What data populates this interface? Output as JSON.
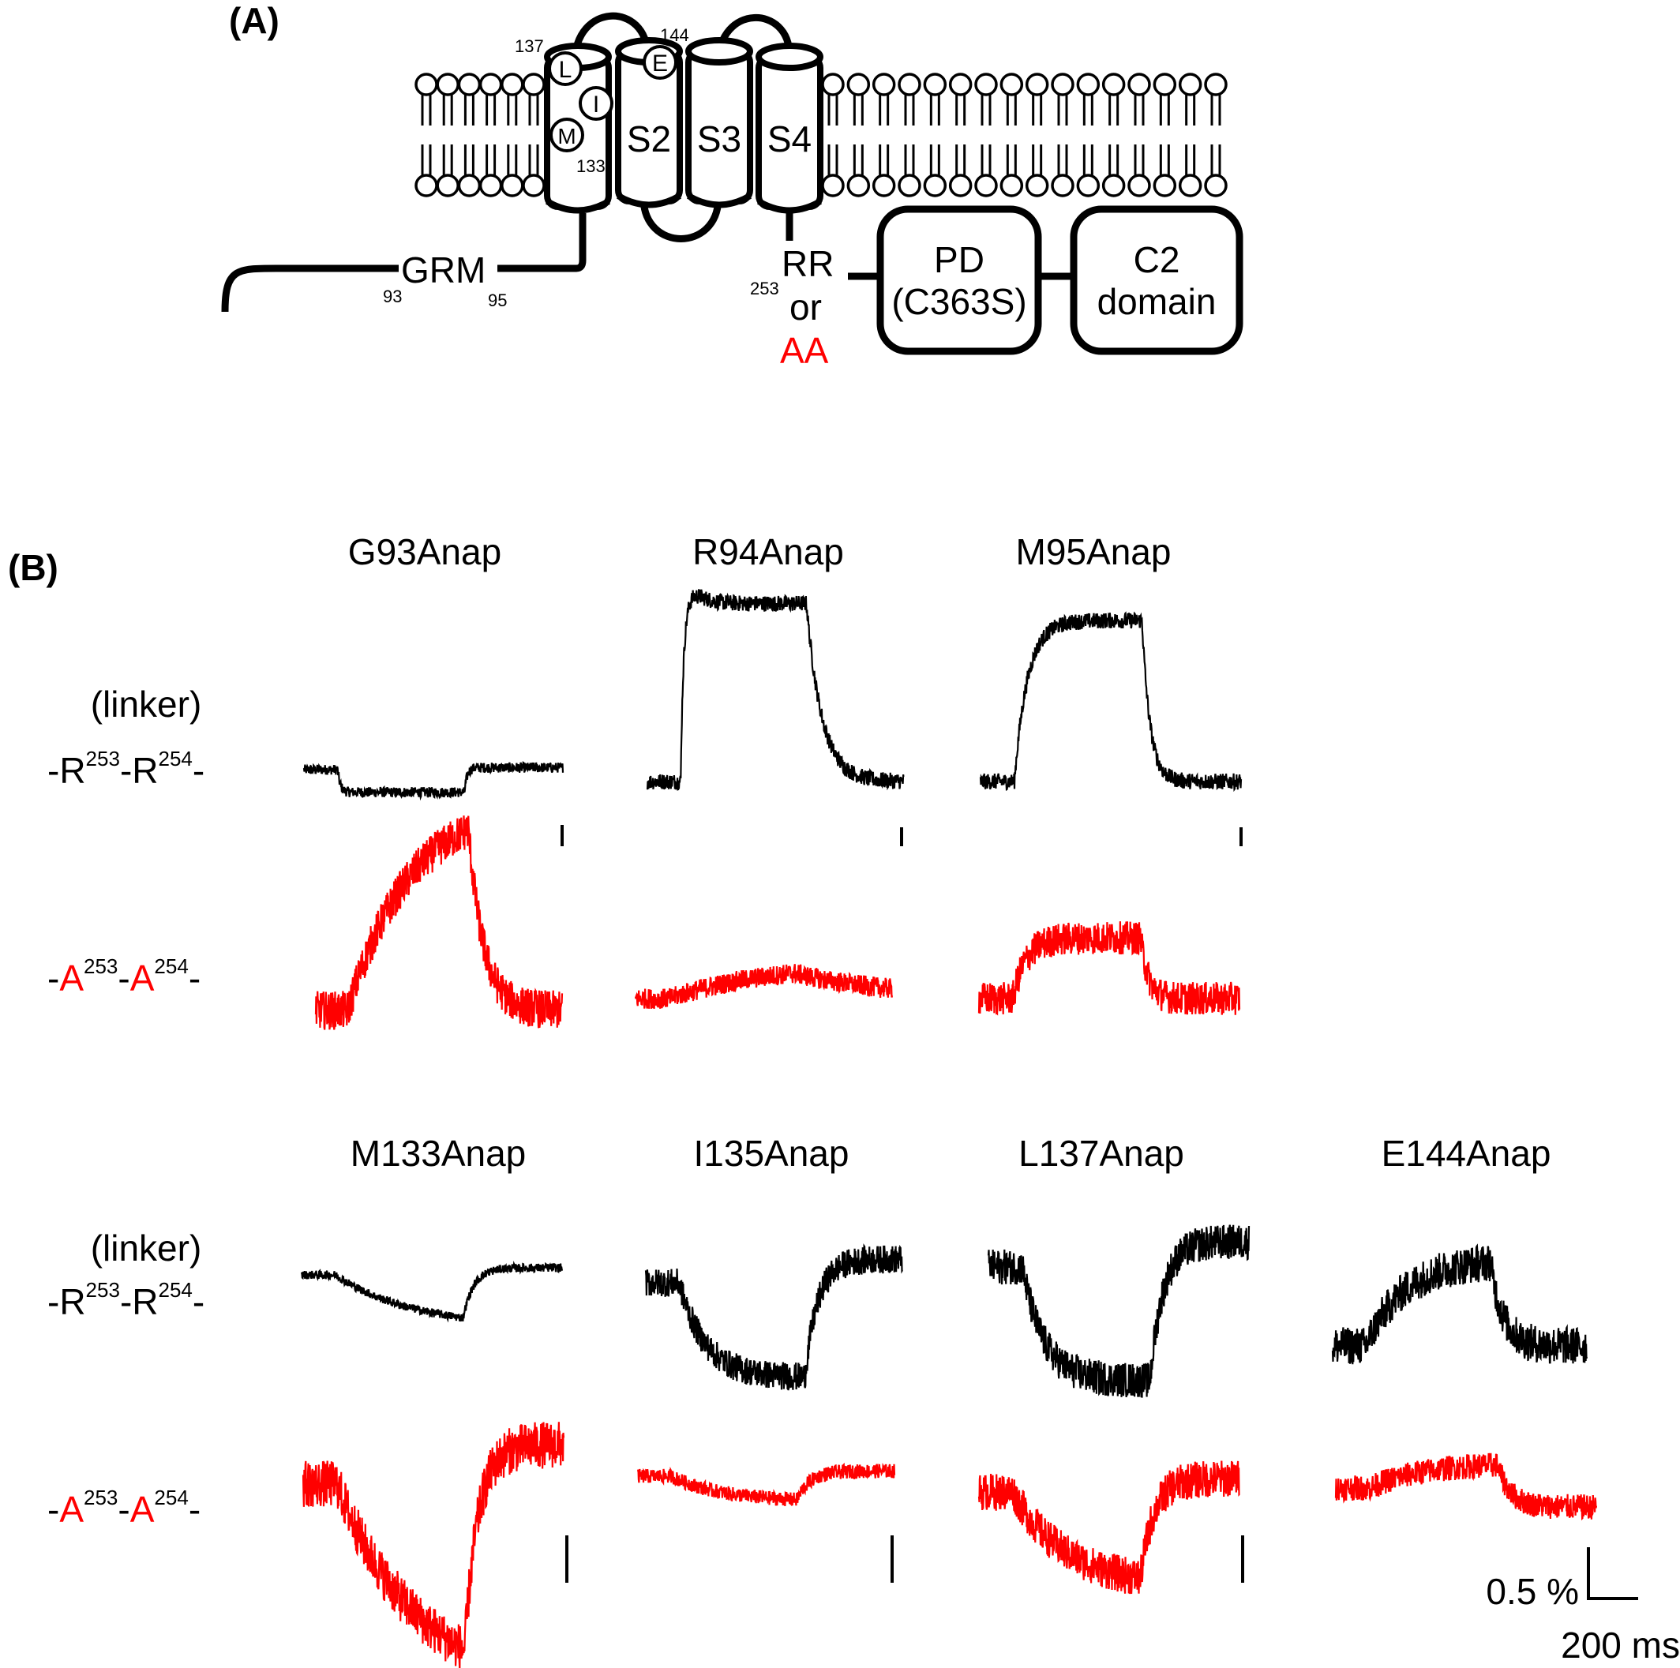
{
  "panel_a": {
    "label": "(A)",
    "residue_137": "137",
    "residue_144": "144",
    "residue_133": "133",
    "circle_L": "L",
    "circle_E": "E",
    "circle_I": "I",
    "circle_M": "M",
    "s2": "S2",
    "s3": "S3",
    "s4": "S4",
    "grm": "GRM",
    "grm_start": "93",
    "grm_end": "95",
    "rr": "RR",
    "rr_num": "253",
    "or": "or",
    "aa": "AA",
    "pd_line1": "PD",
    "pd_line2": "(C363S)",
    "c2_line1": "C2",
    "c2_line2": "domain"
  },
  "panel_b": {
    "label": "(B)",
    "row_wt_line1": "(linker)",
    "row_wt_line2": {
      "pre": "-R",
      "sup1": "253",
      "mid": "-R",
      "sup2": "254",
      "post": "-"
    },
    "row_aa": {
      "pre": "-",
      "a1": "A",
      "sup1": "253",
      "mid": "-",
      "a2": "A",
      "sup2": "254",
      "post": "-"
    },
    "titles_top": [
      "G93Anap",
      "R94Anap",
      "M95Anap"
    ],
    "titles_bottom": [
      "M133Anap",
      "I135Anap",
      "L137Anap",
      "E144Anap"
    ],
    "scale_y": "0.5 %",
    "scale_x": "200 ms"
  },
  "colors": {
    "wild_type": "#000000",
    "aa_mutant": "#ff0000"
  },
  "traces": [
    {
      "id": "G93-RR",
      "baseline": 0,
      "step": -0.22,
      "tau_on": 0.01,
      "tau_off": 0.01,
      "noise": 0.05,
      "tailDelta": 0.02
    },
    {
      "id": "R94-RR",
      "baseline": 0,
      "step": 1.1,
      "peak": 0.45,
      "tau_on": 0.02,
      "tau_off": 0.06,
      "noise": 0.05,
      "tailDelta": 0
    },
    {
      "id": "M95-RR",
      "baseline": 0,
      "step": 1.2,
      "tau_on": 0.05,
      "tau_off": 0.03,
      "noise": 0.06,
      "tailDelta": 0
    },
    {
      "id": "G93-AA",
      "baseline": 0,
      "step": 1.3,
      "tau_on": 0.25,
      "tau_off": 0.06,
      "noise": 0.12,
      "tailDelta": 0
    },
    {
      "id": "R94-AA",
      "baseline": 0,
      "step": 0.35,
      "tau_on": 0.4,
      "tau_off": 0.4,
      "noise": 0.1,
      "tailDelta": 0
    },
    {
      "id": "M95-AA",
      "baseline": 0,
      "step": 0.55,
      "tau_on": 0.05,
      "tau_off": 0.03,
      "noise": 0.15,
      "tailDelta": 0
    },
    {
      "id": "M133-RR",
      "baseline": 0,
      "step": -0.75,
      "tau_on": 0.3,
      "tau_off": 0.04,
      "noise": 0.06,
      "tailDelta": 0.1
    },
    {
      "id": "I135-RR",
      "baseline": 0,
      "step": -0.8,
      "tau_on": 0.1,
      "tau_off": 0.05,
      "noise": 0.12,
      "tailDelta": 0.2
    },
    {
      "id": "L137-RR",
      "baseline": 0,
      "step": -0.9,
      "tau_on": 0.08,
      "tau_off": 0.05,
      "noise": 0.14,
      "tailDelta": 0.2
    },
    {
      "id": "E144-RR",
      "baseline": 0,
      "step": 0.55,
      "tau_on": 0.15,
      "tau_off": 0.05,
      "noise": 0.12,
      "tailDelta": 0
    },
    {
      "id": "M133-AA",
      "baseline": 0,
      "step": -1.3,
      "tau_on": 0.3,
      "tau_off": 0.05,
      "noise": 0.15,
      "tailDelta": 0.25
    },
    {
      "id": "I135-AA",
      "baseline": 0,
      "step": -0.25,
      "tau_on": 0.2,
      "tau_off": 0.05,
      "noise": 0.07,
      "tailDelta": 0.05
    },
    {
      "id": "L137-AA",
      "baseline": 0,
      "step": -0.7,
      "tau_on": 0.2,
      "tau_off": 0.05,
      "noise": 0.14,
      "tailDelta": 0.1
    },
    {
      "id": "E144-AA",
      "baseline": 0,
      "step": 0.2,
      "tau_on": 0.2,
      "tau_off": 0.05,
      "noise": 0.1,
      "tailDelta": -0.15
    }
  ]
}
